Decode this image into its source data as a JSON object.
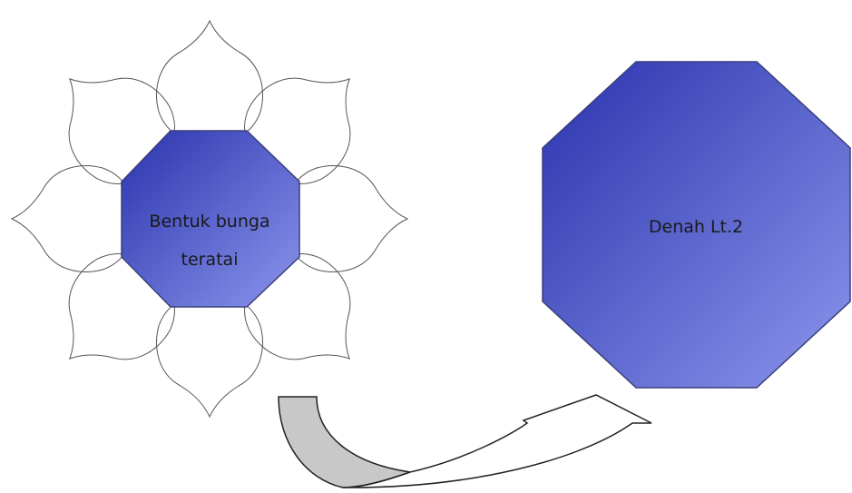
{
  "lotus": {
    "label_line1": "Bentuk bunga",
    "label_line2": "teratai"
  },
  "floor_plan": {
    "label": "Denah Lt.2"
  },
  "colors": {
    "octagon_light": "#8a95ea",
    "octagon_dark": "#2e37b0",
    "octagon_stroke": "#3a3f7a",
    "arrow_fill": "#c8c8c8"
  }
}
